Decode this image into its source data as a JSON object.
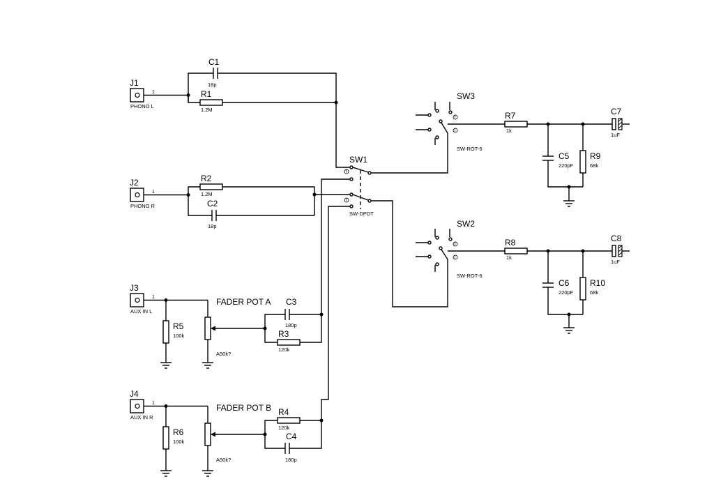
{
  "components": {
    "J1": {
      "ref": "J1",
      "pin": "1",
      "name": "PHONO L"
    },
    "J2": {
      "ref": "J2",
      "pin": "1",
      "name": "PHONO R"
    },
    "J3": {
      "ref": "J3",
      "pin": "1",
      "name": "AUX IN L"
    },
    "J4": {
      "ref": "J4",
      "pin": "1",
      "name": "AUX IN R"
    },
    "C1": {
      "ref": "C1",
      "value": "18p"
    },
    "C2": {
      "ref": "C2",
      "value": "18p"
    },
    "C3": {
      "ref": "C3",
      "value": "180p"
    },
    "C4": {
      "ref": "C4",
      "value": "180p"
    },
    "C5": {
      "ref": "C5",
      "value": "220pF"
    },
    "C6": {
      "ref": "C6",
      "value": "220pF"
    },
    "C7": {
      "ref": "C7",
      "value": "1uF"
    },
    "C8": {
      "ref": "C8",
      "value": "1uF"
    },
    "R1": {
      "ref": "R1",
      "value": "1.2M"
    },
    "R2": {
      "ref": "R2",
      "value": "1.2M"
    },
    "R3": {
      "ref": "R3",
      "value": "120k"
    },
    "R4": {
      "ref": "R4",
      "value": "120k"
    },
    "R5": {
      "ref": "R5",
      "value": "100k"
    },
    "R6": {
      "ref": "R6",
      "value": "100k"
    },
    "R7": {
      "ref": "R7",
      "value": "1k"
    },
    "R8": {
      "ref": "R8",
      "value": "1k"
    },
    "R9": {
      "ref": "R9",
      "value": "68k"
    },
    "R10": {
      "ref": "R10",
      "value": "68k"
    },
    "SW1": {
      "ref": "SW1",
      "value": "SW-DPDT"
    },
    "SW2": {
      "ref": "SW2",
      "value": "SW-ROT-6"
    },
    "SW3": {
      "ref": "SW3",
      "value": "SW-ROT-6"
    },
    "POTA": {
      "label": "FADER POT A",
      "value": "A50k?"
    },
    "POTB": {
      "label": "FADER POT B",
      "value": "A50k?"
    }
  },
  "contact_marks": {
    "first": "f",
    "last": "l"
  }
}
